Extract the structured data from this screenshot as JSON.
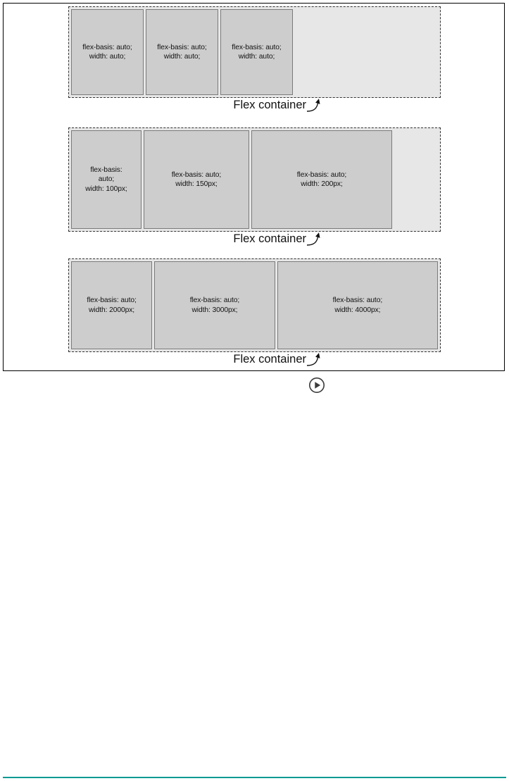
{
  "figure": {
    "caption_label": "Flex container",
    "colors": {
      "container_background": "#e7e7e7",
      "item_background": "#cdcdcd",
      "item_border": "#7a7a7a",
      "container_border": "#333333",
      "frame_border": "#000000",
      "bottom_rule": "#009a93",
      "text": "#111111"
    },
    "rows": [
      {
        "name": "auto-width-row",
        "items": [
          {
            "text": "flex-basis: auto;\nwidth: auto;"
          },
          {
            "text": "flex-basis: auto;\nwidth: auto;"
          },
          {
            "text": "flex-basis: auto;\nwidth: auto;"
          }
        ],
        "caption": "Flex container"
      },
      {
        "name": "fixed-small-width-row",
        "items": [
          {
            "text": "flex-basis:\nauto;\nwidth: 100px;"
          },
          {
            "text": "flex-basis: auto;\nwidth: 150px;"
          },
          {
            "text": "flex-basis: auto;\nwidth: 200px;"
          }
        ],
        "caption": "Flex container"
      },
      {
        "name": "oversized-width-row",
        "items": [
          {
            "text": "flex-basis: auto;\nwidth: 2000px;"
          },
          {
            "text": "flex-basis: auto;\nwidth: 3000px;"
          },
          {
            "text": "flex-basis: auto;\nwidth: 4000px;"
          }
        ],
        "caption": "Flex container"
      }
    ]
  },
  "controls": {
    "play_icon": "play-button-icon"
  }
}
